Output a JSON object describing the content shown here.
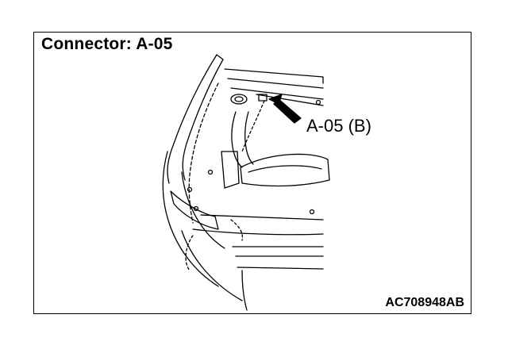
{
  "diagram": {
    "title": "Connector: A-05",
    "callout_label": "A-05 (B)",
    "figure_code": "AC708948AB"
  },
  "colors": {
    "line": "#000000",
    "background": "#ffffff"
  }
}
